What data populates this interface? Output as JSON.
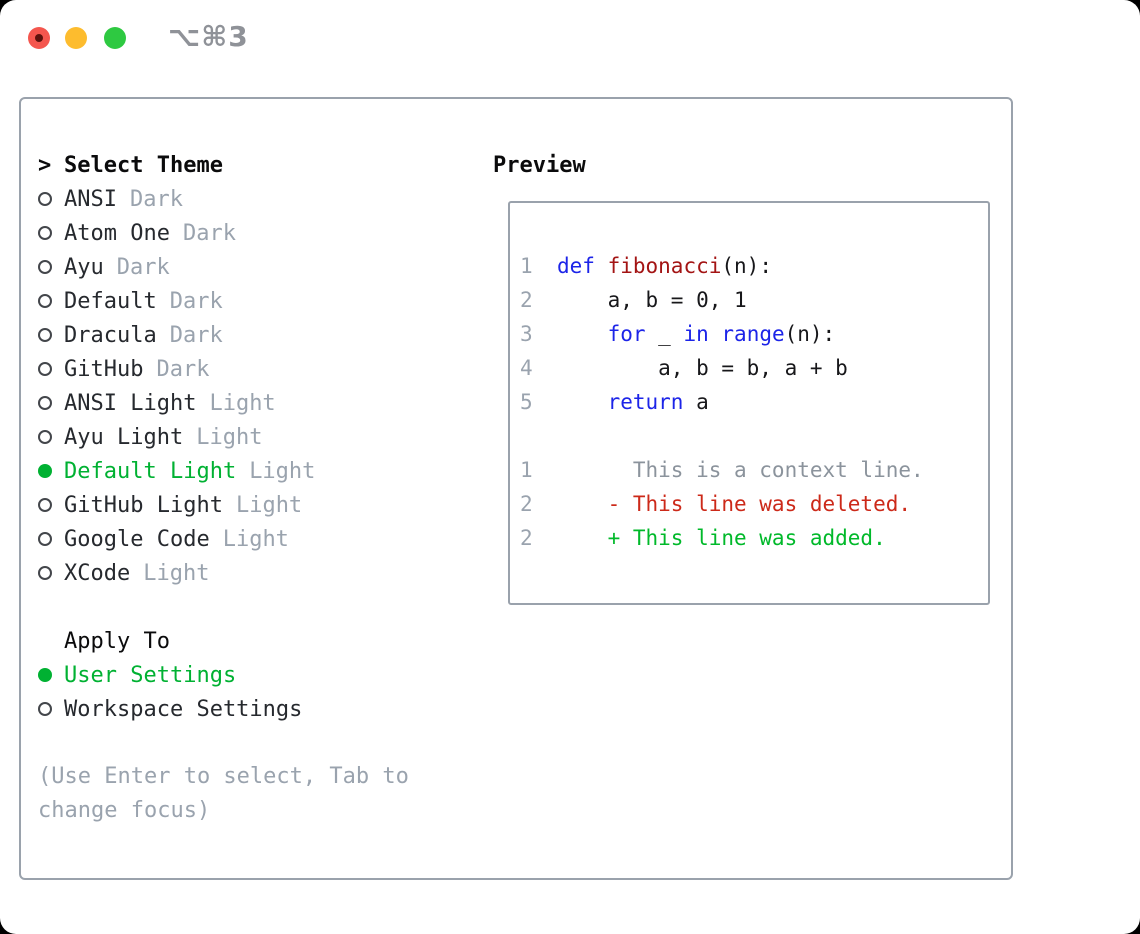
{
  "window": {
    "shortcut_label": "⌥⌘3"
  },
  "theme_panel": {
    "title_marker": ">",
    "title": "Select Theme",
    "themes": [
      {
        "name": "ANSI",
        "variant": "Dark",
        "selected": false
      },
      {
        "name": "Atom One",
        "variant": "Dark",
        "selected": false
      },
      {
        "name": "Ayu",
        "variant": "Dark",
        "selected": false
      },
      {
        "name": "Default",
        "variant": "Dark",
        "selected": false
      },
      {
        "name": "Dracula",
        "variant": "Dark",
        "selected": false
      },
      {
        "name": "GitHub",
        "variant": "Dark",
        "selected": false
      },
      {
        "name": "ANSI Light",
        "variant": "Light",
        "selected": false
      },
      {
        "name": "Ayu Light",
        "variant": "Light",
        "selected": false
      },
      {
        "name": "Default Light",
        "variant": "Light",
        "selected": true
      },
      {
        "name": "GitHub Light",
        "variant": "Light",
        "selected": false
      },
      {
        "name": "Google Code",
        "variant": "Light",
        "selected": false
      },
      {
        "name": "XCode",
        "variant": "Light",
        "selected": false
      }
    ],
    "apply_to": {
      "title": "Apply To",
      "options": [
        {
          "label": "User Settings",
          "selected": true
        },
        {
          "label": "Workspace Settings",
          "selected": false
        }
      ]
    },
    "help_text": "(Use Enter to select, Tab to change focus)"
  },
  "preview": {
    "title": "Preview",
    "lines": [
      {
        "num": "",
        "tokens": []
      },
      {
        "num": "1",
        "tokens": [
          {
            "t": "def",
            "c": "kw"
          },
          {
            "t": " ",
            "c": "code"
          },
          {
            "t": "fibonacci",
            "c": "fn"
          },
          {
            "t": "(n):",
            "c": "code"
          }
        ]
      },
      {
        "num": "2",
        "tokens": [
          {
            "t": "    a, b = 0, 1",
            "c": "code"
          }
        ]
      },
      {
        "num": "3",
        "tokens": [
          {
            "t": "    ",
            "c": "code"
          },
          {
            "t": "for",
            "c": "kw"
          },
          {
            "t": " _ ",
            "c": "code"
          },
          {
            "t": "in",
            "c": "kw"
          },
          {
            "t": " ",
            "c": "code"
          },
          {
            "t": "range",
            "c": "kw"
          },
          {
            "t": "(n):",
            "c": "code"
          }
        ]
      },
      {
        "num": "4",
        "tokens": [
          {
            "t": "        a, b = b, a + b",
            "c": "code"
          }
        ]
      },
      {
        "num": "5",
        "tokens": [
          {
            "t": "    ",
            "c": "code"
          },
          {
            "t": "return",
            "c": "kw"
          },
          {
            "t": " a",
            "c": "code"
          }
        ]
      },
      {
        "num": "",
        "tokens": []
      },
      {
        "num": "1",
        "tokens": [
          {
            "t": "      This is a context line.",
            "c": "ctx"
          }
        ]
      },
      {
        "num": "2",
        "tokens": [
          {
            "t": "    - This line was deleted.",
            "c": "del"
          }
        ]
      },
      {
        "num": "2",
        "tokens": [
          {
            "t": "    + This line was added.",
            "c": "add"
          }
        ]
      }
    ]
  },
  "colors": {
    "accent_green": "#00b132",
    "added_green": "#00b92a",
    "deleted_red": "#cc2919",
    "keyword_blue": "#1c24e8",
    "function_red": "#a31414",
    "code_black": "#17171a",
    "context_gray": "#8b939c",
    "muted_gray": "#9aa3ae",
    "item_color": "#26292e",
    "heading_black": "#0b0b0c",
    "border_gray": "#9aa2ac",
    "traffic_red": "#f4564e",
    "traffic_yellow": "#fdbc2e",
    "traffic_green": "#2ec941",
    "shortcut_gray": "#8f9298"
  }
}
